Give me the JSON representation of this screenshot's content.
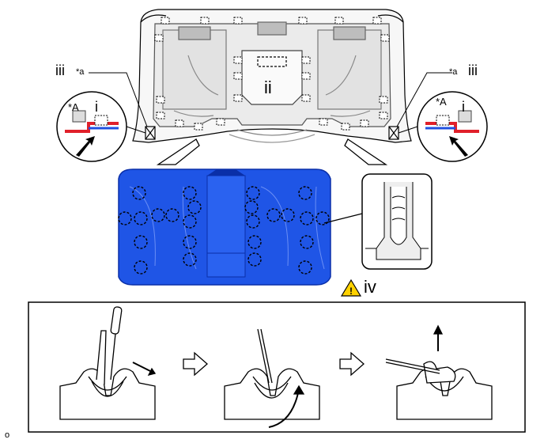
{
  "labels": {
    "roman_i": "i",
    "roman_ii": "ii",
    "roman_iii": "iii",
    "roman_iv": "iv",
    "star_a": "*a",
    "star_A": "*A",
    "figure_code": "o"
  },
  "caution": {
    "icon": "warning-triangle-icon",
    "color": "#ffd200"
  },
  "colors": {
    "panel_blue": "#1f55e6",
    "panel_dark": "#0a2fa8",
    "red_wire": "#e0202a",
    "blue_wire": "#2050e0",
    "outline": "#000000"
  },
  "steps": [
    {
      "icon": "screwdriver-insert-icon",
      "motion": "arrow-right-down-icon"
    },
    {
      "icon": "screwdriver-pry-icon",
      "motion": "curved-arrow-up-icon"
    },
    {
      "icon": "clip-release-icon",
      "motion": "arrow-up-icon"
    }
  ],
  "step_separators": [
    "hollow-arrow-right-icon",
    "hollow-arrow-right-icon"
  ]
}
